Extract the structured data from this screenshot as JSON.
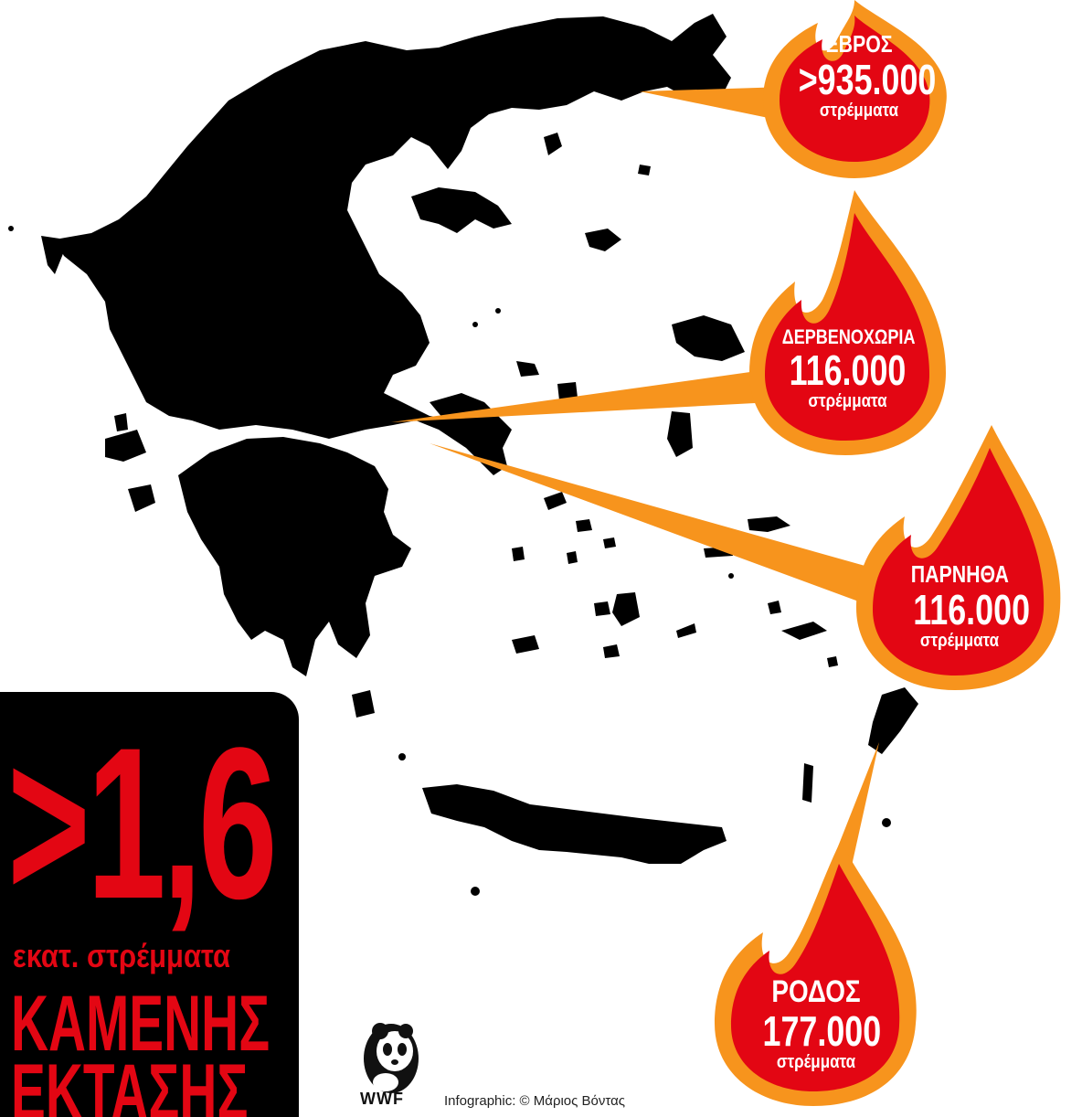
{
  "colors": {
    "flame_outer": "#f7941d",
    "flame_inner": "#e30613",
    "beam": "#f7941d",
    "map": "#000000",
    "total_text": "#e30613"
  },
  "fires": [
    {
      "name": "ΕΒΡΟΣ",
      "value": ">935.000",
      "unit": "στρέμματα"
    },
    {
      "name": "ΔΕΡΒΕΝΟΧΩΡΙΑ",
      "value": "116.000",
      "unit": "στρέμματα"
    },
    {
      "name": "ΠΑΡΝΗΘΑ",
      "value": "116.000",
      "unit": "στρέμματα"
    },
    {
      "name": "ΡΟΔΟΣ",
      "value": "177.000",
      "unit": "στρέμματα"
    }
  ],
  "total": {
    "value": ">1,6",
    "unit": "εκατ. στρέμματα",
    "line1": "ΚΑΜΕΝΗΣ",
    "line2": "ΕΚΤΑΣΗΣ"
  },
  "logo": {
    "text": "WWF",
    "icon": "panda-icon"
  },
  "credit": "Infographic: © Μάριος Βόντας"
}
